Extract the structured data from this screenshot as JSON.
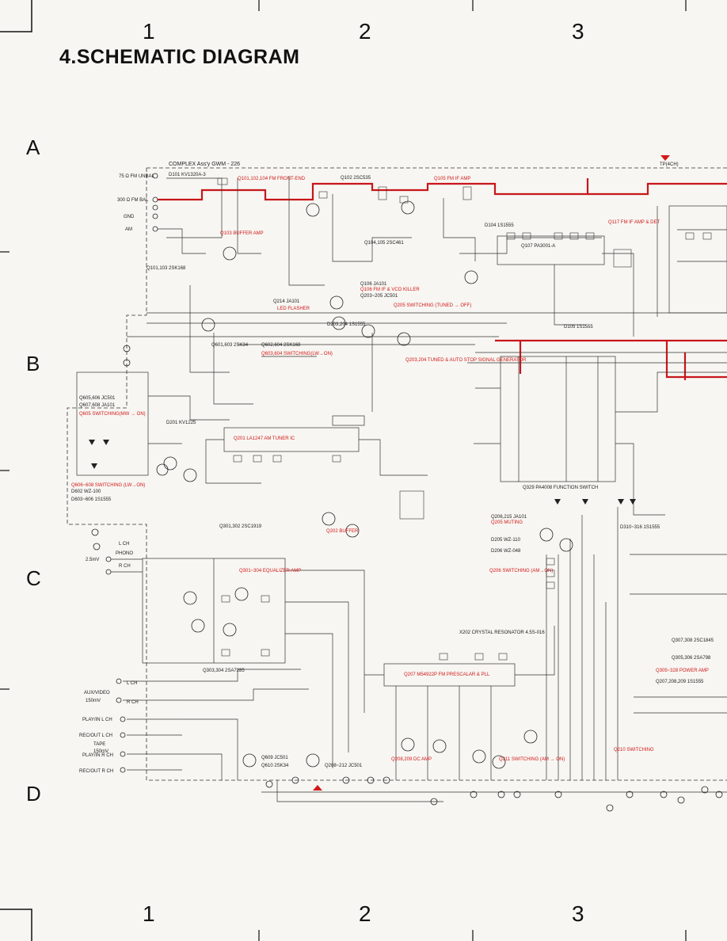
{
  "page": {
    "title": "4.SCHEMATIC DIAGRAM",
    "columns": [
      "1",
      "2",
      "3"
    ],
    "rows": [
      "A",
      "B",
      "C",
      "D"
    ]
  },
  "board": {
    "name": "COMPLEX Ass'y GWM - 226",
    "tp": "TP(4CH)"
  },
  "inputs": {
    "fm_unbal": "75 Ω FM UNBAL",
    "fm_bal": "300 Ω FM BAL",
    "gnd": "GND",
    "am": "AM",
    "phono": "PHONO",
    "l_ch": "L CH",
    "r_ch": "R CH",
    "phono_level": "2.5mV",
    "aux_video": "AUX/VIDEO",
    "aux_level": "150mV",
    "play_in_l": "PLAY/IN L CH",
    "rec_out_l": "REC/OUT L CH",
    "tape": "TAPE",
    "tape_level": "150mV",
    "play_in_r": "PLAY/IN R CH",
    "rec_out_r": "REC/OUT R CH"
  },
  "red_labels": [
    "Q101,102,104 FM FRONT-END",
    "Q105 FM IF AMP",
    "Q103 BUFFER AMP",
    "Q106 FM IF & VCO KILLER",
    "Q205 SWITCHING (TUNED → OFF)",
    "Q603,604 SWITCHING(LW→ON)",
    "Q605 SWITCHING(MW → ON)",
    "Q203,204 TUNED & AUTO STOP SIGNAL GENERATOR",
    "Q606~608 SWITCHING (LW→ON)",
    "Q202 BUFFER",
    "Q205 MUTING",
    "Q301~304 EQUALIZER AMP",
    "Q206 SWITCHING (AM→ON)",
    "Q207 M54922P FM PRESCALAR & PLL",
    "Q208,209 DC AMP",
    "Q211 SWITCHING (AM → ON)",
    "Q210 SWITCHING",
    "Q305~328 POWER AMP",
    "Q117 FM IF AMP & DET",
    "LED FLASHER",
    "Q201 LA1247 AM TUNER IC"
  ],
  "black_labels": [
    "D101 KV1320A-3",
    "Q102 2SC535",
    "Q104,105 2SC461",
    "Q106 JA101",
    "Q203~205 JC501",
    "D203,204 1S1555",
    "Q601,603 2SK34",
    "Q602,604 2SK168",
    "Q605,606 JC501",
    "Q607,608 JA101",
    "D201 KV1225",
    "D602 WZ-100",
    "D603~606 1S1555",
    "Q301,302 2SC1919",
    "Q303,304 2SA7285",
    "Q609 JC501",
    "Q610 2SK34",
    "Q208~212 JC501",
    "Q329 PA4008 FUNCTION SWITCH",
    "Q206,215 JA101",
    "D205 WZ-110",
    "D206 WZ-048",
    "D310~316 1S1555",
    "Q307,308 2SC1845",
    "Q305,306 2SA798",
    "Q207,208,209 1S1555",
    "X202 CRYSTAL RESONATOR 4.5S-016",
    "Q107 PA3001-A",
    "D105 1S1555",
    "D104 1S1555",
    "Q101,103 2SK168",
    "Q214 JA101"
  ],
  "colors": {
    "red_trace": "#c8161b",
    "wire": "#333333",
    "paper": "#f7f6f2"
  }
}
